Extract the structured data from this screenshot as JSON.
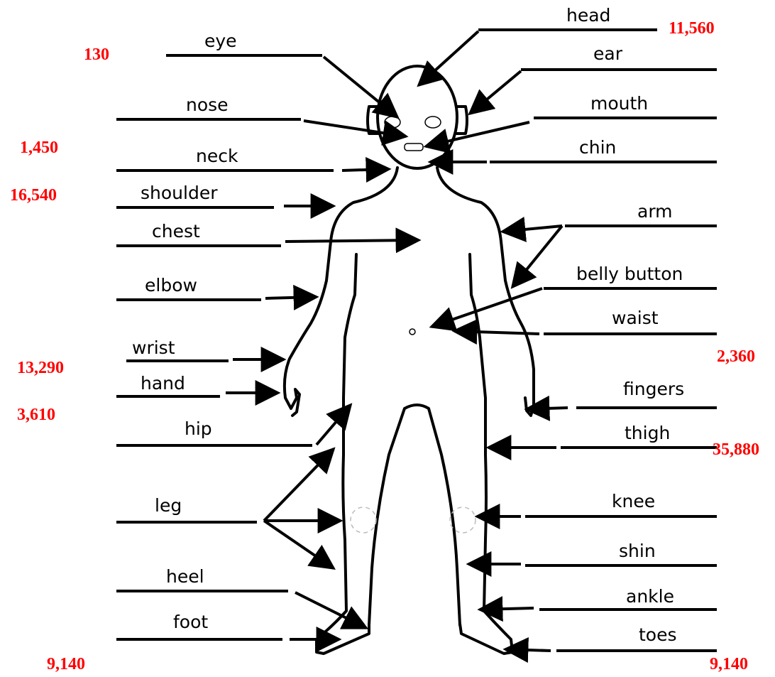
{
  "labels": {
    "head": "head",
    "eye": "eye",
    "ear": "ear",
    "nose": "nose",
    "mouth": "mouth",
    "neck": "neck",
    "chin": "chin",
    "shoulder": "shoulder",
    "arm": "arm",
    "chest": "chest",
    "elbow": "elbow",
    "belly_button": "belly button",
    "waist": "waist",
    "wrist": "wrist",
    "hand": "hand",
    "fingers": "fingers",
    "hip": "hip",
    "thigh": "thigh",
    "leg": "leg",
    "knee": "knee",
    "shin": "shin",
    "heel": "heel",
    "ankle": "ankle",
    "foot": "foot",
    "toes": "toes"
  },
  "numbers": {
    "head": "11,560",
    "eye": "130",
    "nose": "1,450",
    "shoulder": "16,540",
    "waist": "2,360",
    "wrist": "13,290",
    "hand": "3,610",
    "thigh": "35,880",
    "foot_left": "9,140",
    "foot_right": "9,140"
  }
}
